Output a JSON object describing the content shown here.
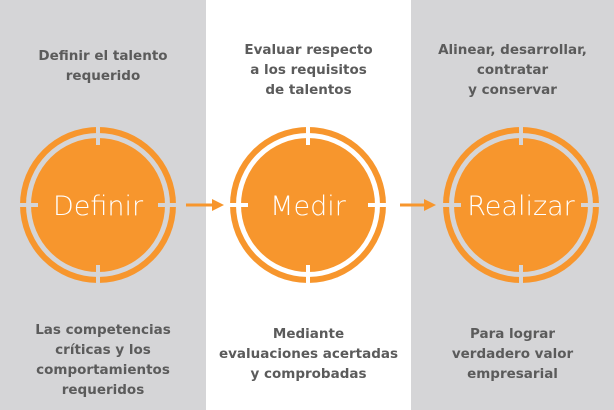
{
  "colors": {
    "accent": "#f7962d",
    "panel_gray": "#d5d5d7",
    "panel_white": "#ffffff",
    "text": "#5b5b5b"
  },
  "stages": [
    {
      "label": "Definir",
      "top_text": "Definir el talento\nrequerido",
      "bottom_text": "Las competencias\ncríticas y los\ncomportamientos\nrequeridos"
    },
    {
      "label": "Medir",
      "top_text": "Evaluar respecto\na los requisitos\nde talentos",
      "bottom_text": "Mediante\nevaluaciones acertadas\ny comprobadas"
    },
    {
      "label": "Realizar",
      "top_text": "Alinear, desarrollar,\ncontratar\ny conservar",
      "bottom_text": "Para lograr\nverdadero valor\nempresarial"
    }
  ]
}
